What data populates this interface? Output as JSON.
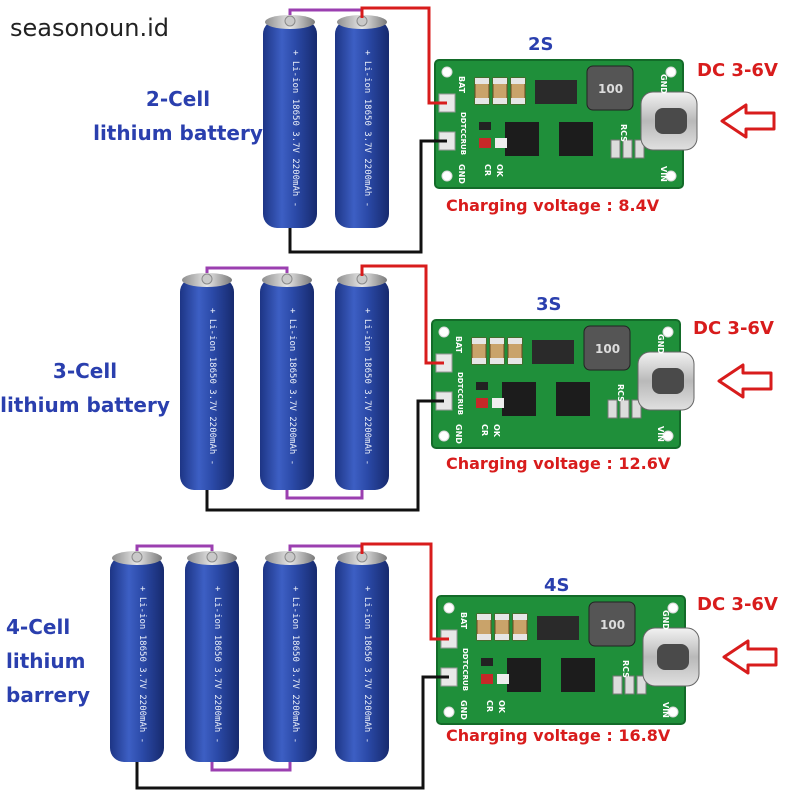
{
  "watermark": "seasonoun.id",
  "modules": [
    {
      "cell_label": [
        "2-Cell",
        "lithium battery"
      ],
      "series": "2S",
      "input": "DC 3-6V",
      "charging_voltage": "Charging voltage : 8.4V",
      "cell_count": 2
    },
    {
      "cell_label": [
        "3-Cell",
        "lithium battery"
      ],
      "series": "3S",
      "input": "DC 3-6V",
      "charging_voltage": "Charging voltage : 12.6V",
      "cell_count": 3
    },
    {
      "cell_label": [
        "4-Cell",
        "lithium",
        "barrery"
      ],
      "series": "4S",
      "input": "DC 3-6V",
      "charging_voltage": "Charging voltage : 16.8V",
      "cell_count": 4
    }
  ],
  "battery_print": "+ Li-ion 18650 3.7V 2200mAh -",
  "board_text": {
    "bat": "BAT",
    "gnd": "GND",
    "brand": "DDTCCRUB",
    "inductor": "100",
    "vin": "VIN",
    "rcs": "RCS",
    "ok": "OK",
    "cr": "CR"
  },
  "colors": {
    "label_blue": "#2a3fae",
    "accent_red": "#d81c1c",
    "battery_blue": "#2b4aa8",
    "pcb_green": "#1f8f3a",
    "wire_purple": "#9b3fb0",
    "wire_black": "#111111"
  }
}
